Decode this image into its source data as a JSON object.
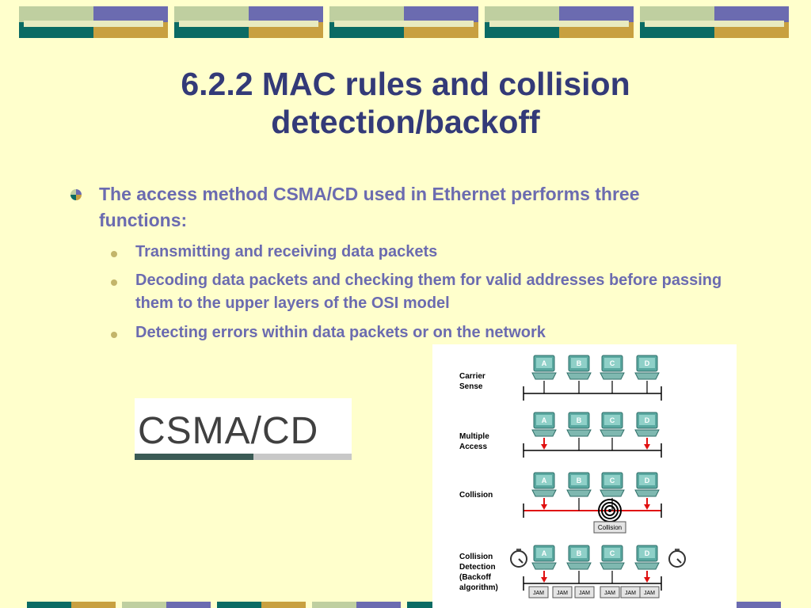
{
  "title_lines": [
    "6.2.2 MAC rules and collision",
    "detection/backoff"
  ],
  "bullet_main": "The access method CSMA/CD used in Ethernet performs three functions:",
  "sub_bullets": [
    "Transmitting and receiving data packets",
    "Decoding data packets and checking them for valid addresses before passing them to the upper layers of the OSI model",
    "Detecting errors within data packets or on the network"
  ],
  "logo_text": "CSMA/CD",
  "diagram": {
    "stages": [
      {
        "label_lines": [
          "Carrier",
          "Sense"
        ]
      },
      {
        "label_lines": [
          "Multiple",
          "Access"
        ]
      },
      {
        "label_lines": [
          "Collision"
        ]
      },
      {
        "label_lines": [
          "Collision",
          "Detection",
          "(Backoff",
          "algorithm)"
        ]
      }
    ],
    "stations": [
      "A",
      "B",
      "C",
      "D"
    ],
    "collision_label": "Collision",
    "jam_label": "JAM"
  },
  "colors": {
    "background": "#ffffcc",
    "title": "#333a78",
    "body_text": "#6b6bb0",
    "teal": "#0b6b64",
    "purple": "#6b6bb0",
    "gold": "#c8a040",
    "light_green": "#c8d8a8",
    "collision_red": "#e01010"
  }
}
